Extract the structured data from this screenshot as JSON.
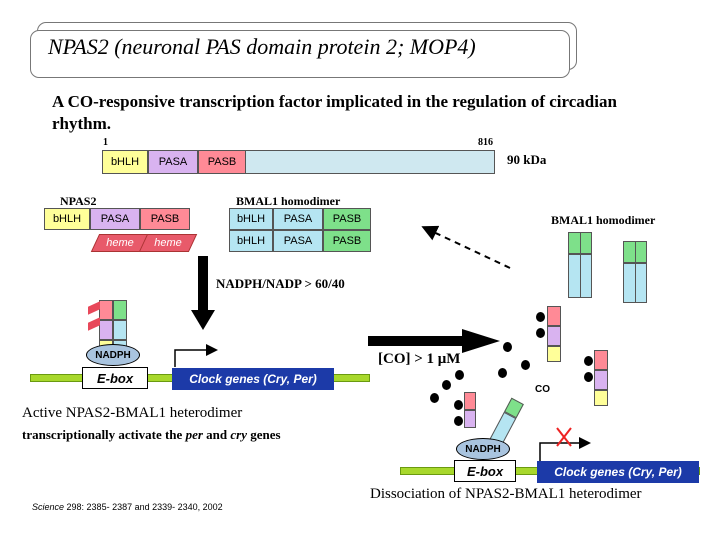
{
  "title": "NPAS2 (neuronal PAS domain protein 2; MOP4)",
  "subtitle": "A CO-responsive transcription factor implicated in the regulation of circadian rhythm.",
  "protein_bar": {
    "start": "1",
    "end": "816",
    "domains": [
      "bHLH",
      "PASA",
      "PASB"
    ],
    "mass": "90 kDa"
  },
  "npas2": {
    "label": "NPAS2",
    "domains": [
      "bHLH",
      "PASA",
      "PASB"
    ],
    "heme": "heme"
  },
  "bmal1_left": {
    "label": "BMAL1 homodimer",
    "row1": [
      "bHLH",
      "PASA",
      "PASB"
    ],
    "row2": [
      "bHLH",
      "PASA",
      "PASB"
    ]
  },
  "bmal1_right": {
    "label": "BMAL1 homodimer"
  },
  "condition_nadph": "NADPH/NADP > 60/40",
  "condition_co": "[CO] > 1 μM",
  "co_label": "CO",
  "active": {
    "nadph": "NADPH",
    "ebox": "E-box",
    "clock": "Clock genes (Cry, Per)",
    "caption": "Active NPAS2-BMAL1 heterodimer",
    "caption2_part1": "transcriptionally activate the ",
    "caption2_per": "per",
    "caption2_part2": " and ",
    "caption2_cry": "cry",
    "caption2_part3": " genes"
  },
  "dissociated": {
    "nadph": "NADPH",
    "ebox": "E-box",
    "clock": "Clock genes (Cry, Per)",
    "caption": "Dissociation of NPAS2-BMAL1 heterodimer"
  },
  "citation_journal": "Science",
  "citation_rest": " 298: 2385- 2387 and 2339- 2340, 2002",
  "colors": {
    "bhlh": "#ffff99",
    "pasa": "#cc99ff",
    "pasb": "#ff6f80",
    "bmal_bhlh": "#99ddee",
    "bmal_pasb": "#66dd77",
    "clock_bg": "#1c3aa8",
    "dna": "#a8d82c",
    "nadph": "#a9c4df"
  }
}
